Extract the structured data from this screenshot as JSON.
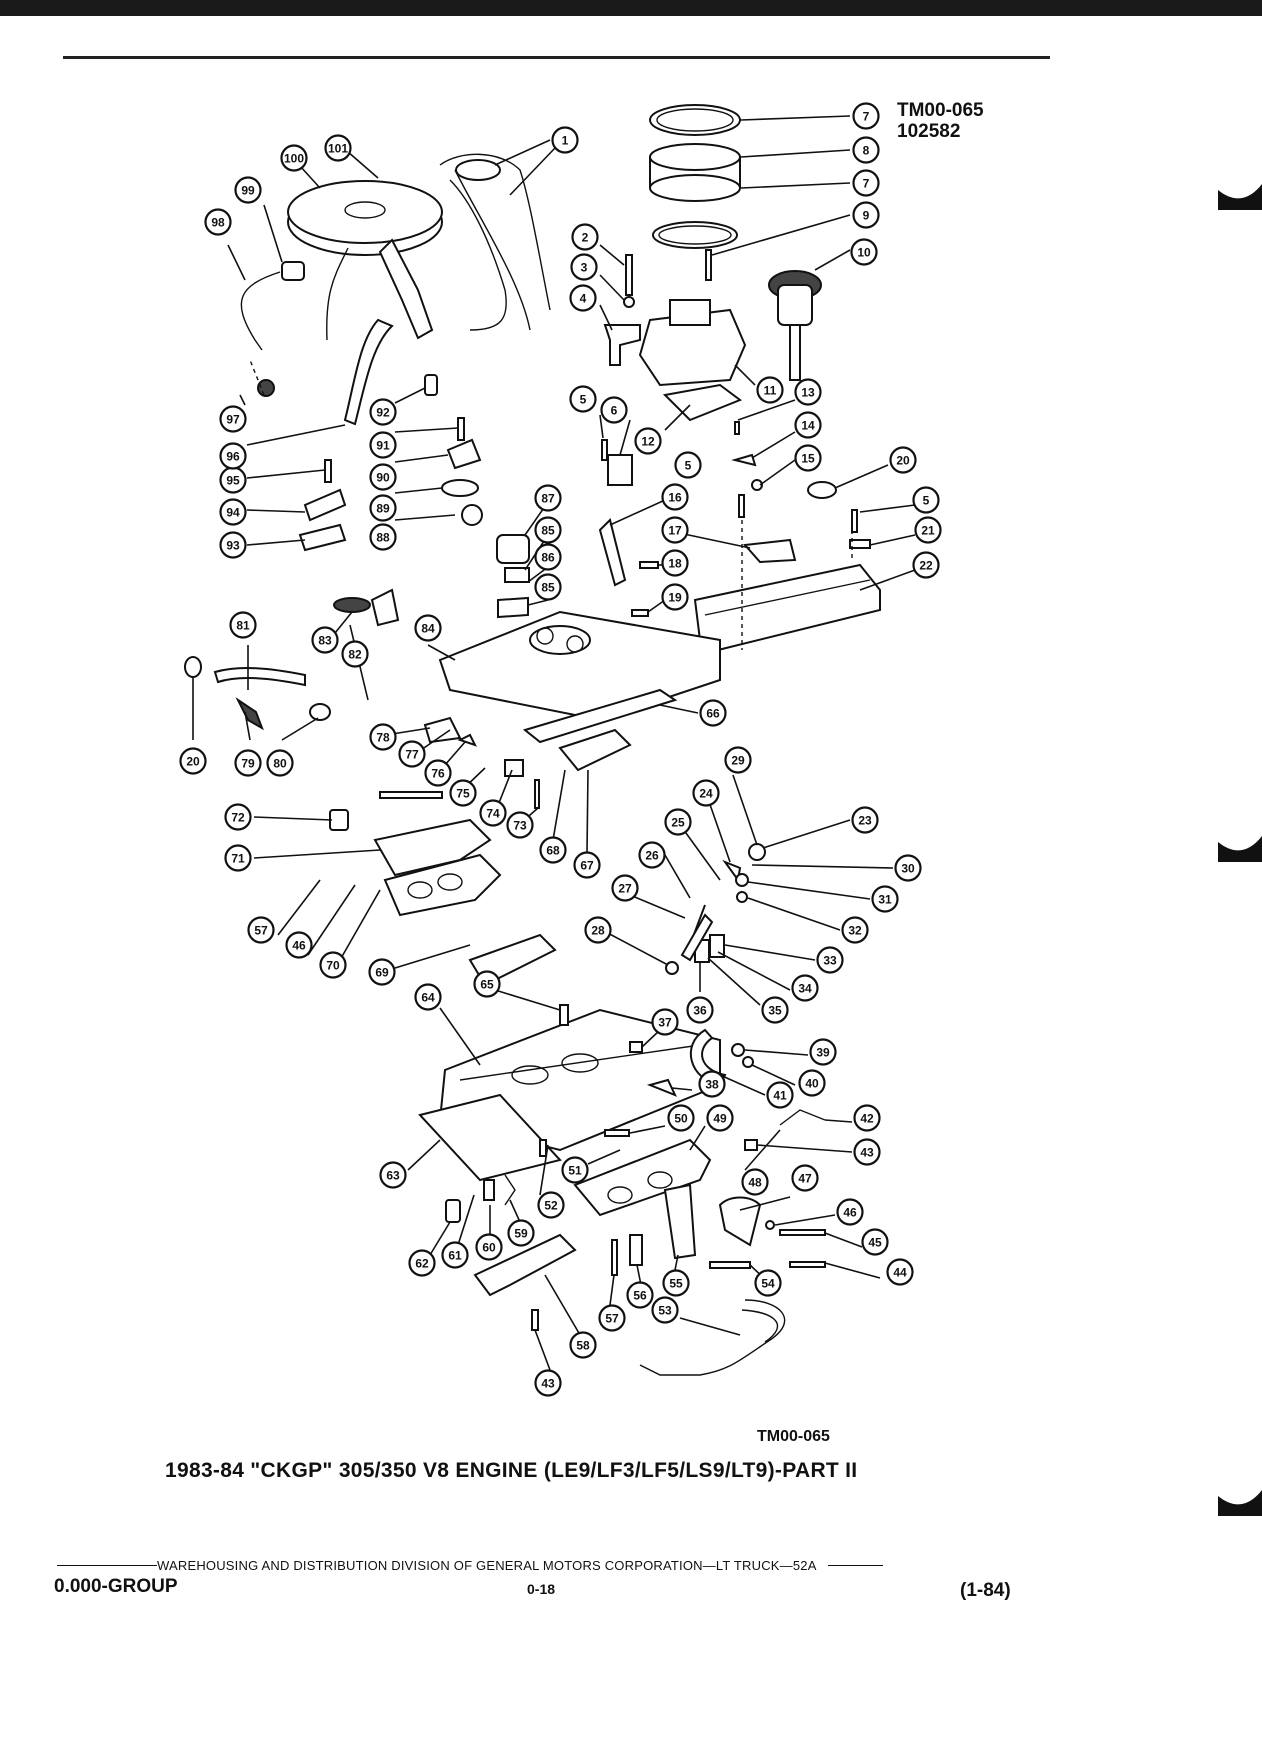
{
  "document": {
    "figure_code_top": "TM00-065",
    "figure_date_code": "102582",
    "figure_code_bottom": "TM00-065",
    "caption": "1983-84 \"CKGP\" 305/350 V8 ENGINE (LE9/LF3/LF5/LS9/LT9)-PART II",
    "footer_text": "WAREHOUSING AND DISTRIBUTION DIVISION OF GENERAL MOTORS CORPORATION—LT TRUCK—52A",
    "group": "0.000-GROUP",
    "page_number": "0-18",
    "revision": "(1-84)"
  },
  "callouts": [
    "1",
    "2",
    "3",
    "4",
    "5",
    "6",
    "7",
    "8",
    "9",
    "10",
    "11",
    "12",
    "13",
    "14",
    "15",
    "16",
    "17",
    "18",
    "19",
    "20",
    "21",
    "22",
    "23",
    "24",
    "25",
    "26",
    "27",
    "28",
    "29",
    "30",
    "31",
    "32",
    "33",
    "34",
    "35",
    "36",
    "37",
    "38",
    "39",
    "40",
    "41",
    "42",
    "43",
    "44",
    "45",
    "46",
    "47",
    "48",
    "49",
    "50",
    "51",
    "52",
    "53",
    "54",
    "55",
    "56",
    "57",
    "58",
    "59",
    "60",
    "61",
    "62",
    "63",
    "64",
    "65",
    "66",
    "67",
    "68",
    "69",
    "70",
    "71",
    "72",
    "73",
    "74",
    "75",
    "76",
    "77",
    "78",
    "79",
    "80",
    "81",
    "82",
    "83",
    "84",
    "85",
    "86",
    "87",
    "88",
    "89",
    "90",
    "91",
    "92",
    "93",
    "94",
    "95",
    "96",
    "97",
    "98",
    "99",
    "100",
    "101"
  ]
}
